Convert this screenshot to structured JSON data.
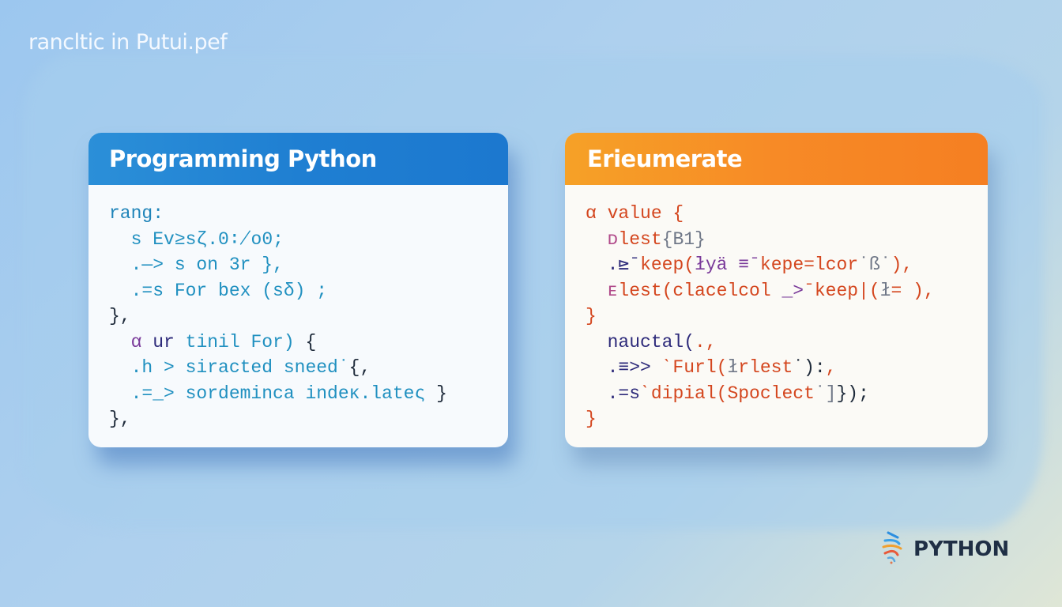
{
  "page": {
    "title": "rancltic in Putui.pef"
  },
  "cards": [
    {
      "header": "Programming Python",
      "header_color": "#1f7fd2",
      "lines": [
        {
          "indent": 0,
          "segments": [
            {
              "text": "rang:",
              "color": "blue"
            }
          ]
        },
        {
          "indent": 1,
          "segments": [
            {
              "text": "s Ev≥sζ.0∶̸ο0;",
              "color": "teal"
            }
          ]
        },
        {
          "indent": 1,
          "segments": [
            {
              "text": ".—> s on 3r },",
              "color": "teal"
            }
          ]
        },
        {
          "indent": 1,
          "segments": [
            {
              "text": ".=s For bex (sδ) ;",
              "color": "teal"
            }
          ]
        },
        {
          "indent": 0,
          "segments": [
            {
              "text": "},",
              "color": "dark"
            }
          ]
        },
        {
          "indent": 1,
          "segments": [
            {
              "text": "α ",
              "color": "purple"
            },
            {
              "text": "ur ",
              "color": "navy"
            },
            {
              "text": "tinil For) ",
              "color": "teal"
            },
            {
              "text": "{",
              "color": "dark"
            }
          ]
        },
        {
          "indent": 1,
          "segments": [
            {
              "text": ".h > siracted sneed˙",
              "color": "teal"
            },
            {
              "text": "{,",
              "color": "dark"
            }
          ]
        },
        {
          "indent": 1,
          "segments": [
            {
              "text": ".=_> sordeminca indeκ.lateς ",
              "color": "teal"
            },
            {
              "text": "}",
              "color": "dark"
            }
          ]
        },
        {
          "indent": 0,
          "segments": [
            {
              "text": "},",
              "color": "dark"
            }
          ]
        }
      ]
    },
    {
      "header": "Erieumerate",
      "header_color": "#f78a26",
      "lines": [
        {
          "indent": 0,
          "segments": [
            {
              "text": "α ",
              "color": "red"
            },
            {
              "text": "value {",
              "color": "red"
            }
          ]
        },
        {
          "indent": 1,
          "segments": [
            {
              "text": "ᴅ",
              "color": "pink"
            },
            {
              "text": "lest",
              "color": "red"
            },
            {
              "text": "{B1}",
              "color": "gray"
            }
          ]
        },
        {
          "indent": 1,
          "segments": [
            {
              "text": ".⊵ˉ",
              "color": "navy"
            },
            {
              "text": "keep(",
              "color": "red"
            },
            {
              "text": "łyä ≡ˉ",
              "color": "purple"
            },
            {
              "text": "kepe=lcor",
              "color": "red"
            },
            {
              "text": "˙ß˙",
              "color": "gray"
            },
            {
              "text": "),",
              "color": "red"
            }
          ]
        },
        {
          "indent": 1,
          "segments": [
            {
              "text": "ᴇ",
              "color": "pink"
            },
            {
              "text": "lest(clacelcol ",
              "color": "red"
            },
            {
              "text": "_>",
              "color": "purple"
            },
            {
              "text": "ˉkeep|(",
              "color": "red"
            },
            {
              "text": "ł",
              "color": "gray"
            },
            {
              "text": "= ),",
              "color": "red"
            }
          ]
        },
        {
          "indent": 0,
          "segments": [
            {
              "text": "}",
              "color": "red"
            }
          ]
        },
        {
          "indent": 1,
          "segments": [
            {
              "text": "nauctal(",
              "color": "navy"
            },
            {
              "text": ".,",
              "color": "red"
            }
          ]
        },
        {
          "indent": 1,
          "segments": [
            {
              "text": ".≡>> ",
              "color": "navy"
            },
            {
              "text": "ˋFurl(",
              "color": "red"
            },
            {
              "text": "ł",
              "color": "gray"
            },
            {
              "text": "rlest",
              "color": "red"
            },
            {
              "text": "˙):",
              "color": "dark"
            },
            {
              "text": ",",
              "color": "red"
            }
          ]
        },
        {
          "indent": 1,
          "segments": [
            {
              "text": ".=ѕ",
              "color": "navy"
            },
            {
              "text": "ˋdipial(Spoclect",
              "color": "red"
            },
            {
              "text": "˙]",
              "color": "gray"
            },
            {
              "text": "});",
              "color": "dark"
            }
          ]
        },
        {
          "indent": 0,
          "segments": [
            {
              "text": "}",
              "color": "red"
            }
          ]
        }
      ]
    }
  ],
  "logo": {
    "icon": "python-ribbon-icon",
    "text": "PYTHON"
  },
  "colors": {
    "blue_header": "#1f7fd2",
    "orange_header": "#f78a26",
    "code_blue": "#1f84b9",
    "code_red": "#d4461e",
    "code_navy": "#2d2a7a"
  }
}
